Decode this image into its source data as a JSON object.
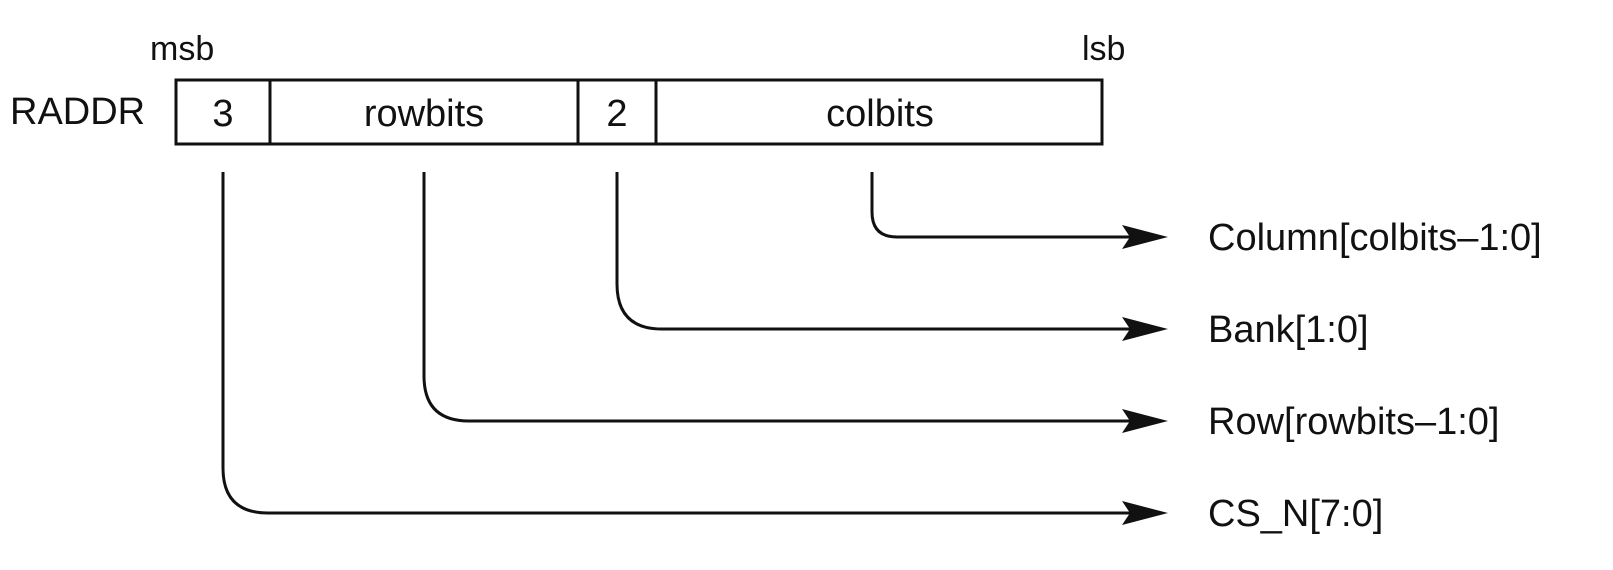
{
  "register": {
    "name": "RADDR",
    "msb_label": "msb",
    "lsb_label": "lsb",
    "fields": [
      {
        "label": "3"
      },
      {
        "label": "rowbits"
      },
      {
        "label": "2"
      },
      {
        "label": "colbits"
      }
    ]
  },
  "outputs": [
    {
      "label": "Column[colbits–1:0]"
    },
    {
      "label": "Bank[1:0]"
    },
    {
      "label": "Row[rowbits–1:0]"
    },
    {
      "label": "CS_N[7:0]"
    }
  ]
}
